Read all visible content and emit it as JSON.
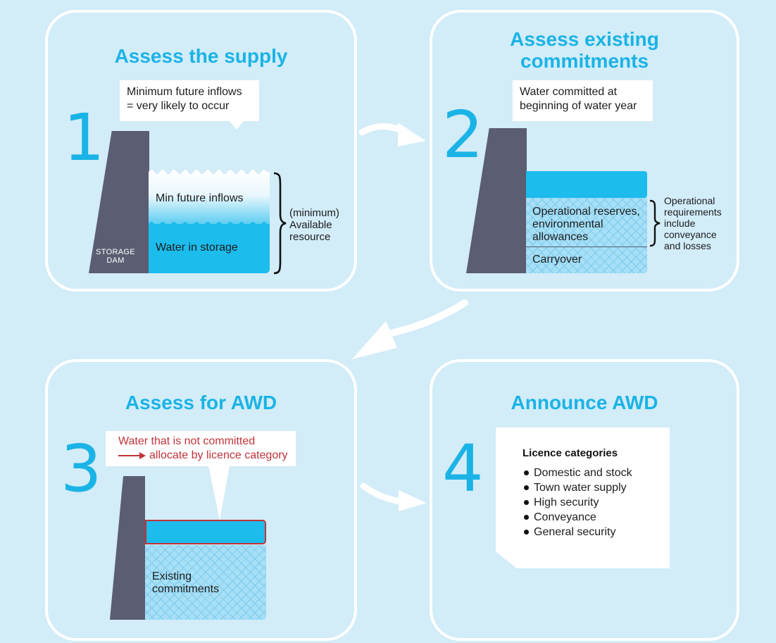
{
  "colors": {
    "background": "#d2ecf8",
    "accent": "#1ab3e6",
    "water": "#1cbcec",
    "dam": "#5b5d72",
    "highlight_border": "#c0333a"
  },
  "step1": {
    "number": "1",
    "title": "Assess the supply",
    "bubble_line1": "Minimum future inflows",
    "bubble_line2": "= very likely to occur",
    "dam_label_line1": "STORAGE",
    "dam_label_line2": "DAM",
    "min_future_inflows": "Min future inflows",
    "water_in_storage": "Water in storage",
    "side_line1": "(minimum)",
    "side_line2": "Available",
    "side_line3": "resource"
  },
  "step2": {
    "number": "2",
    "title_line1": "Assess existing",
    "title_line2": "commitments",
    "bubble_line1": "Water committed at",
    "bubble_line2": "beginning of water year",
    "reserves_line1": "Operational reserves,",
    "reserves_line2": "environmental",
    "reserves_line3": "allowances",
    "carryover": "Carryover",
    "side_line1": "Operational",
    "side_line2": "requirements",
    "side_line3": "include",
    "side_line4": "conveyance",
    "side_line5": "and losses"
  },
  "step3": {
    "number": "3",
    "title": "Assess for AWD",
    "bubble_line1": "Water that is not committed",
    "bubble_line2": "allocate by licence category",
    "existing_line1": "Existing",
    "existing_line2": "commitments"
  },
  "step4": {
    "number": "4",
    "title": "Announce AWD",
    "heading": "Licence categories",
    "categories": [
      "Domestic and stock",
      "Town water supply",
      "High security",
      "Conveyance",
      "General security"
    ]
  }
}
